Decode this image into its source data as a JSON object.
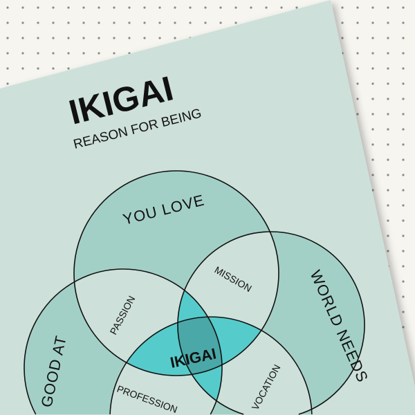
{
  "poster": {
    "title": "IKIGAI",
    "subtitle": "REASON FOR BEING"
  },
  "circles": {
    "love": "YOU LOVE",
    "needs": "WORLD NEEDS",
    "good": "GOOD AT",
    "paid": ""
  },
  "overlaps": {
    "mission": "MISSION",
    "passion": "PASSION",
    "profession": "PROFESSION",
    "vocation": "VOCATION",
    "center": "IKIGAI"
  },
  "colors": {
    "background": "#f6f5f0",
    "poster": "#cde0da",
    "circle": "#a3d0c6",
    "pair": "#cde0da",
    "triple": "#55cccb",
    "center": "#4aa8a8"
  }
}
